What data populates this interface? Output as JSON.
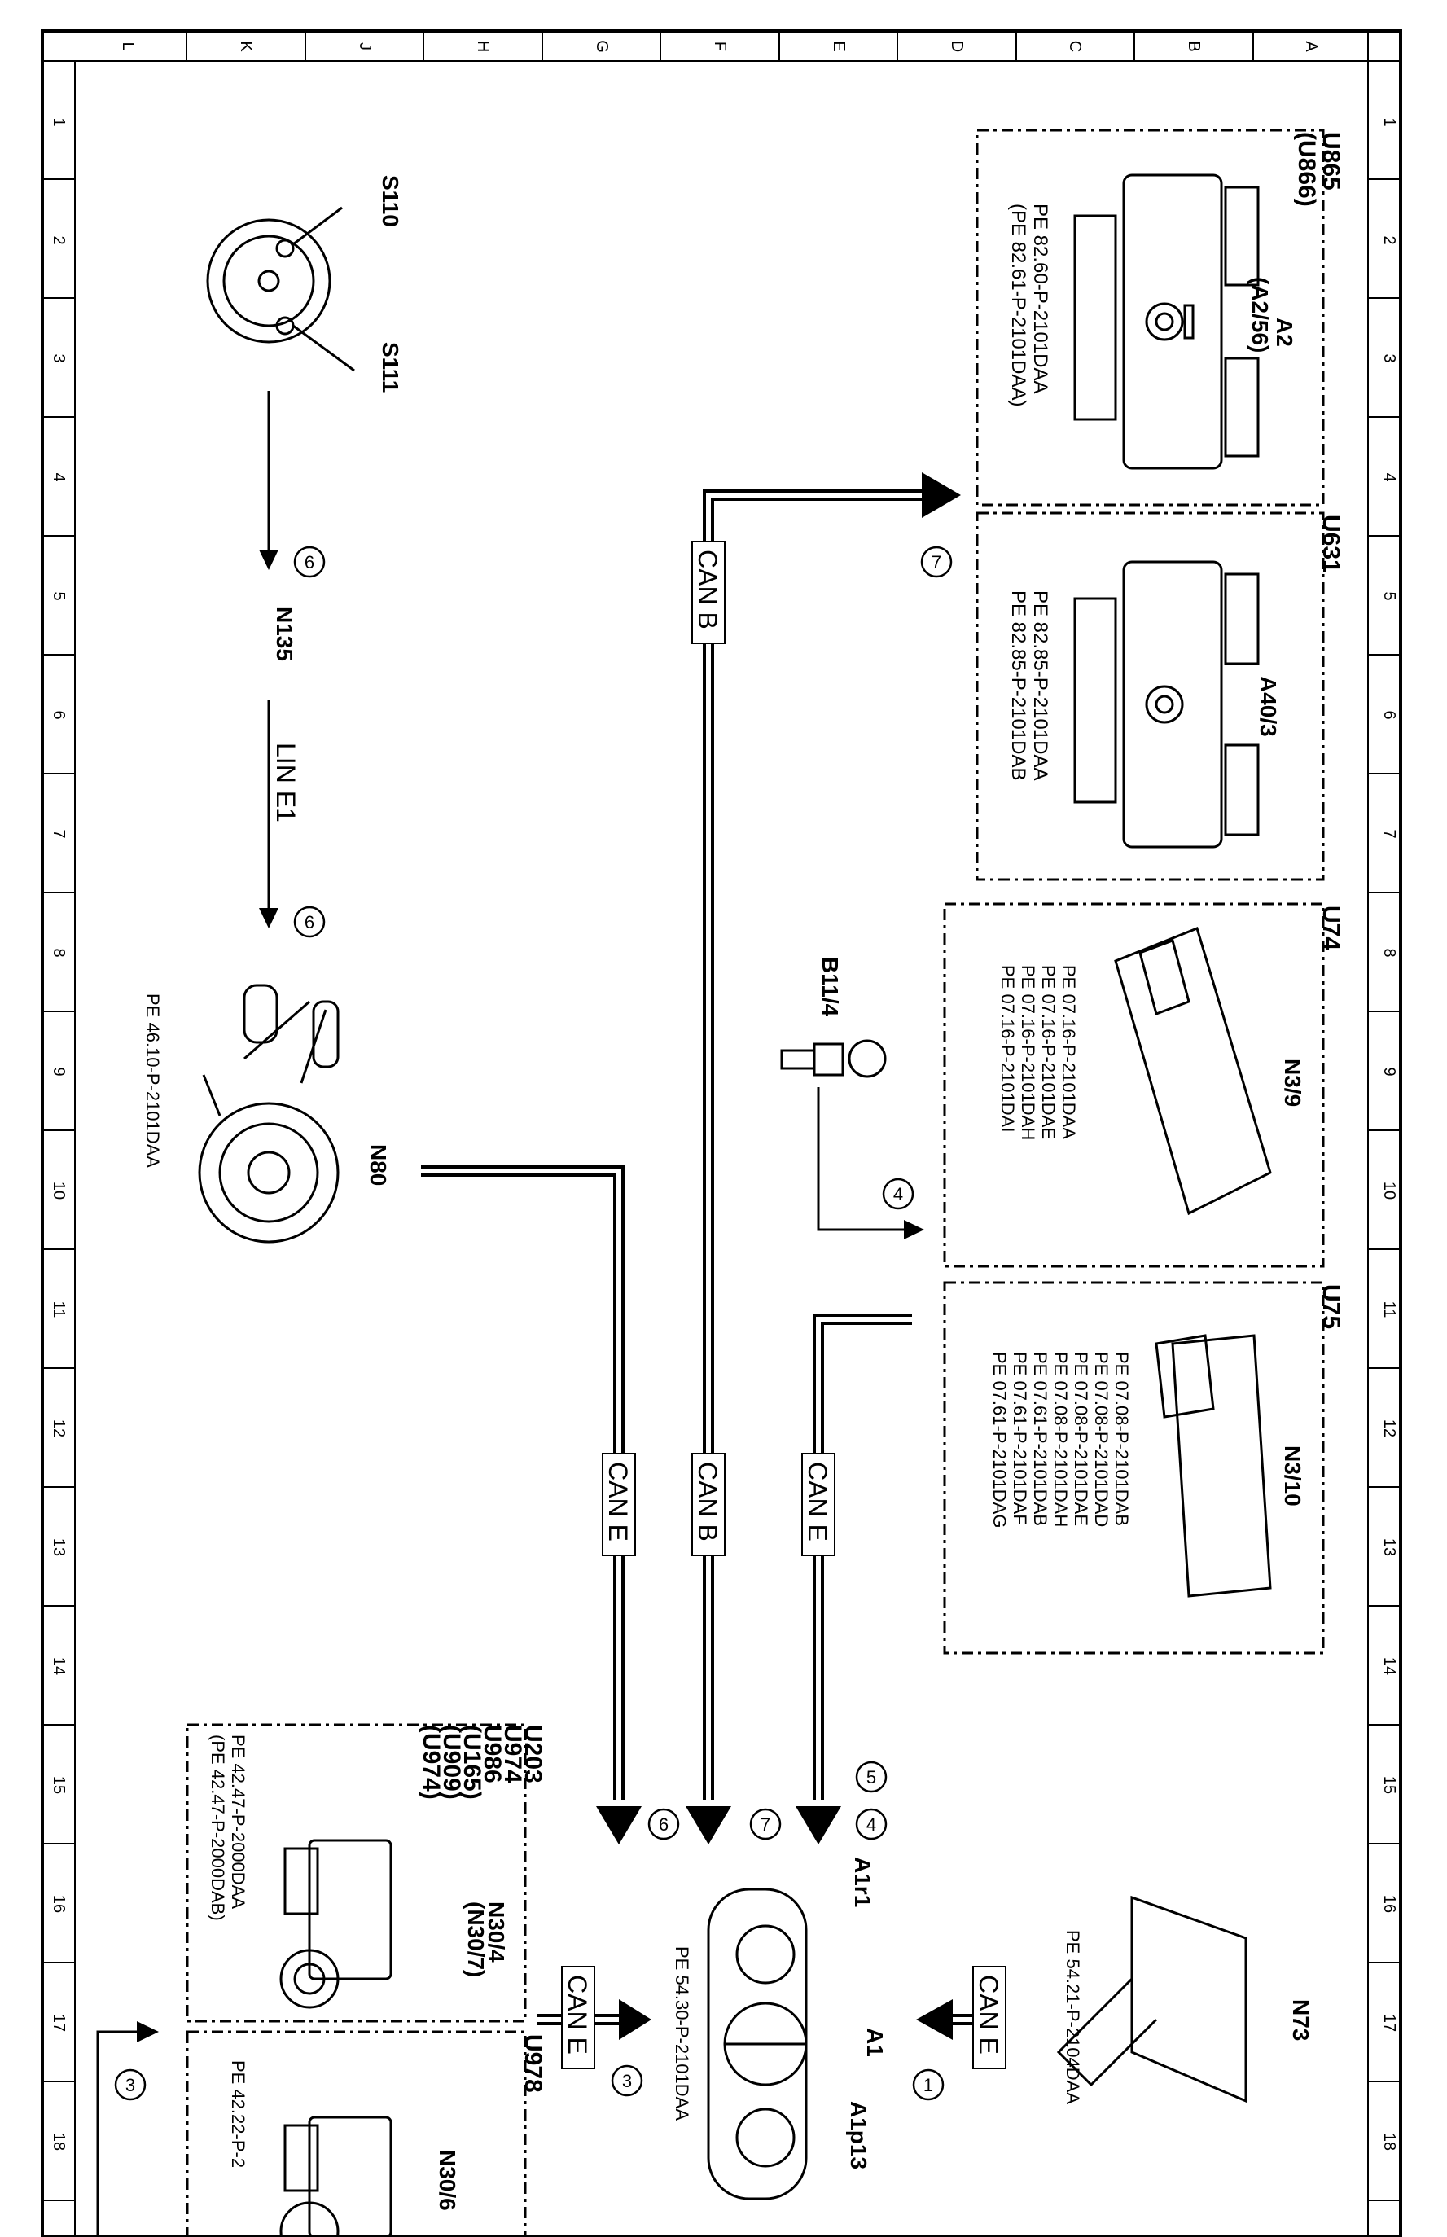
{
  "grid": {
    "top_letters": [
      "A",
      "B",
      "C",
      "D",
      "E",
      "F",
      "G",
      "H",
      "J",
      "K",
      "L"
    ],
    "side_numbers": [
      "1",
      "2",
      "3",
      "4",
      "5",
      "6",
      "7",
      "8",
      "9",
      "10",
      "11",
      "12",
      "13",
      "14",
      "15",
      "16",
      "17",
      "18"
    ]
  },
  "groups": {
    "u865": {
      "codes": [
        "U865",
        "(U866)"
      ]
    },
    "u631": {
      "codes": [
        "U631"
      ]
    },
    "u74": {
      "codes": [
        "U74"
      ]
    },
    "u75": {
      "codes": [
        "U75"
      ]
    },
    "u203": {
      "codes": [
        "U203",
        "U974",
        "U986",
        "(U165)",
        "(U909)",
        "(U974)"
      ]
    },
    "u978": {
      "codes": [
        "U978"
      ]
    }
  },
  "components": {
    "a2": {
      "label": "A2",
      "alt": "(A2/56)",
      "refs": [
        "PE 82.60-P-2101DAA",
        "(PE 82.61-P-2101DAA)"
      ]
    },
    "a40": {
      "label": "A40/3",
      "refs": [
        "PE 82.85-P-2101DAA",
        "PE 82.85-P-2101DAB"
      ]
    },
    "n3_9": {
      "label": "N3/9",
      "refs": [
        "PE 07.16-P-2101DAA",
        "PE 07.16-P-2101DAE",
        "PE 07.16-P-2101DAH",
        "PE 07.16-P-2101DAI"
      ]
    },
    "n3_10": {
      "label": "N3/10",
      "refs": [
        "PE 07.08-P-2101DAB",
        "PE 07.08-P-2101DAD",
        "PE 07.08-P-2101DAE",
        "PE 07.08-P-2101DAH",
        "PE 07.61-P-2101DAB",
        "PE 07.61-P-2101DAF",
        "PE 07.61-P-2101DAG"
      ]
    },
    "n73": {
      "label": "N73",
      "ref": "PE 54.21-P-2104DAA"
    },
    "a1": {
      "label": "A1",
      "p13": "A1p13",
      "r1": "A1r1",
      "ref": "PE 54.30-P-2101DAA"
    },
    "n30_4": {
      "label": "N30/4",
      "alt": "(N30/7)",
      "refs": [
        "PE 42.47-P-2000DAA",
        "(PE 42.47-P-2000DAB)"
      ]
    },
    "n30_6": {
      "label": "N30/6",
      "ref": "PE 42.22-P-2"
    },
    "n80": {
      "label": "N80",
      "ref": "PE 46.10-P-2101DAA"
    },
    "b11_4": {
      "label": "B11/4"
    },
    "s110": {
      "label": "S110"
    },
    "s111": {
      "label": "S111"
    },
    "n135": {
      "label": "N135"
    }
  },
  "buses": {
    "can_b": "CAN B",
    "can_e": "CAN E",
    "lin_e1": "LIN E1"
  },
  "markers": [
    "1",
    "3",
    "4",
    "5",
    "6",
    "7"
  ]
}
